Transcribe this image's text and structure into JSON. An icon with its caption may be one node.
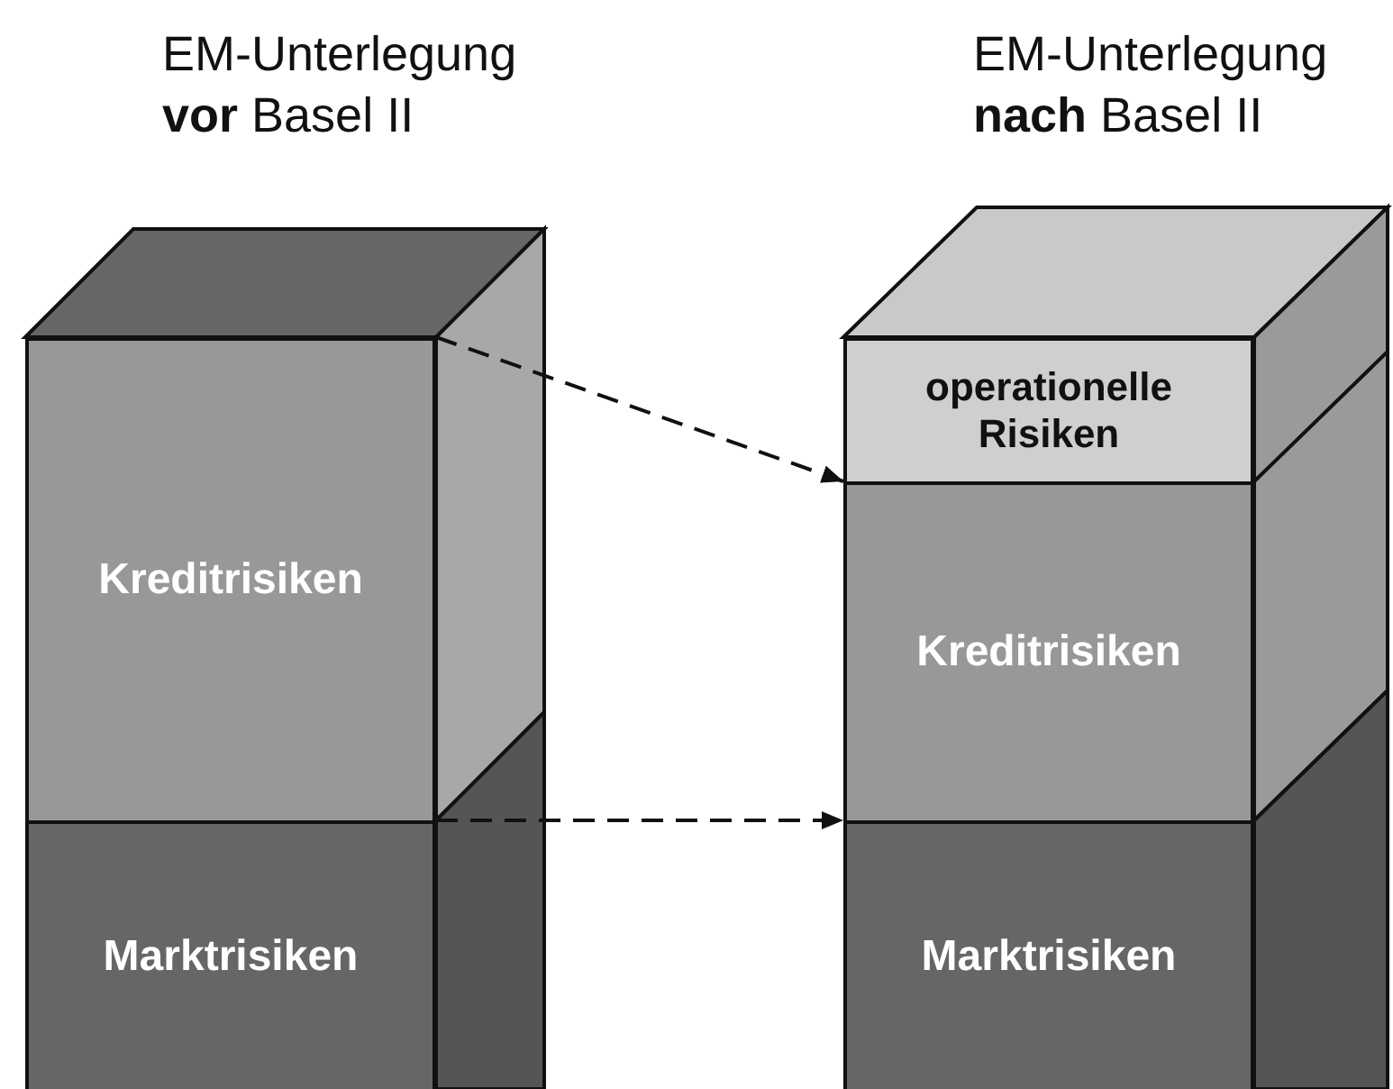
{
  "diagram": {
    "nodes": [
      {
        "text": [
          "Kreditrisiken"
        ]
      },
      {
        "text": [
          "Marktrisiken"
        ]
      },
      {
        "text": [
          "operationelle Risiken"
        ]
      },
      {
        "text": [
          "Kreditrisiken"
        ]
      },
      {
        "text": [
          "Marktrisiken"
        ]
      }
    ],
    "edges": [
      {
        "from": 0,
        "to": 3,
        "arrow": "to",
        "style": "dashed"
      },
      {
        "from": 1,
        "to": 4,
        "arrow": "to",
        "style": "dashed"
      }
    ],
    "labels": [
      "EM-Unterlegung **vor** Basel II",
      "EM-Unterlegung **nach** Basel II"
    ]
  }
}
